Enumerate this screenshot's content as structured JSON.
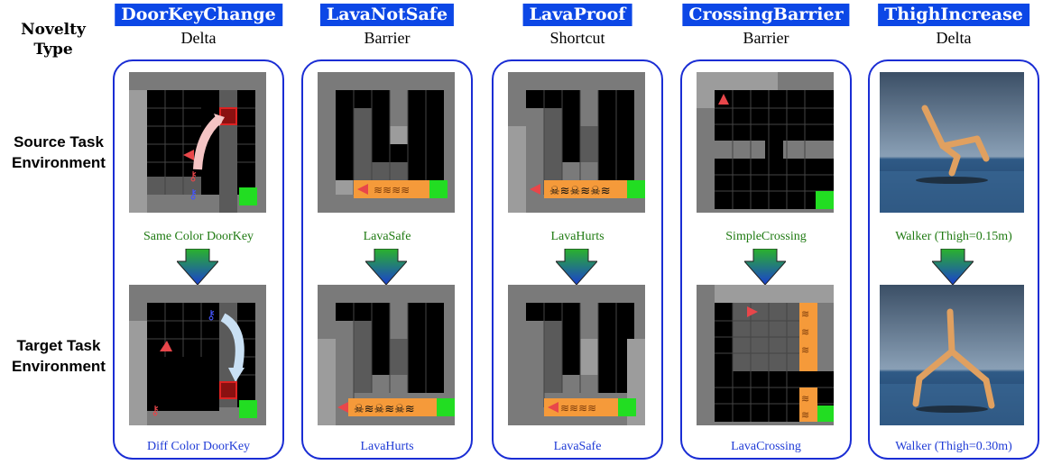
{
  "header": {
    "novelty_label": "Novelty\nType"
  },
  "rows": {
    "source": "Source Task\nEnvironment",
    "target": "Target Task\nEnvironment"
  },
  "columns": [
    {
      "tag": "DoorKeyChange",
      "type": "Delta",
      "source_label": "Same Color DoorKey",
      "target_label": "Diff Color DoorKey"
    },
    {
      "tag": "LavaNotSafe",
      "type": "Barrier",
      "source_label": "LavaSafe",
      "target_label": "LavaHurts"
    },
    {
      "tag": "LavaProof",
      "type": "Shortcut",
      "source_label": "LavaHurts",
      "target_label": "LavaSafe"
    },
    {
      "tag": "CrossingBarrier",
      "type": "Barrier",
      "source_label": "SimpleCrossing",
      "target_label": "LavaCrossing"
    },
    {
      "tag": "ThighIncrease",
      "type": "Delta",
      "source_label": "Walker (Thigh=0.15m)",
      "target_label": "Walker (Thigh=0.30m)"
    }
  ],
  "colors": {
    "tag_bg": "#0c47e6",
    "panel_border": "#1a2dd4",
    "source_label": "#1f7a12",
    "target_label": "#1f3bd6",
    "goal": "#22dd22",
    "lava": "#f59a3a",
    "agent": "#e8464a"
  }
}
